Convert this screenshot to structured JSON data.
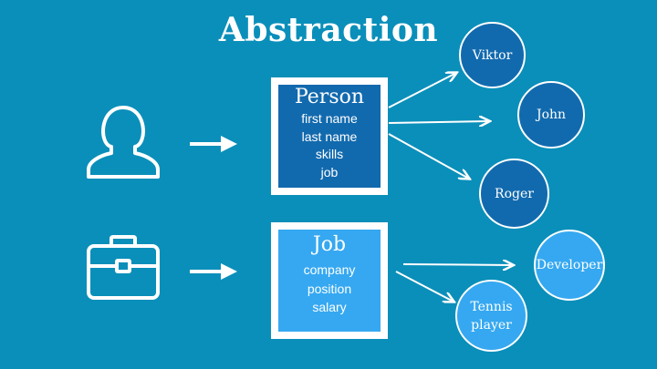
{
  "title": "Abstraction",
  "classes": {
    "person": {
      "name": "Person",
      "fields": [
        "first name",
        "last name",
        "skills",
        "job"
      ]
    },
    "job": {
      "name": "Job",
      "fields": [
        "company",
        "position",
        "salary"
      ]
    }
  },
  "person_instances": [
    "Viktor",
    "John",
    "Roger"
  ],
  "job_instances": [
    "Developer",
    "Tennis player"
  ],
  "icons": {
    "person": "user-silhouette-icon",
    "job": "briefcase-icon"
  },
  "colors": {
    "background": "#0a8fba",
    "person_fill": "#126aae",
    "job_fill": "#35a8f1",
    "stroke": "#ffffff"
  }
}
